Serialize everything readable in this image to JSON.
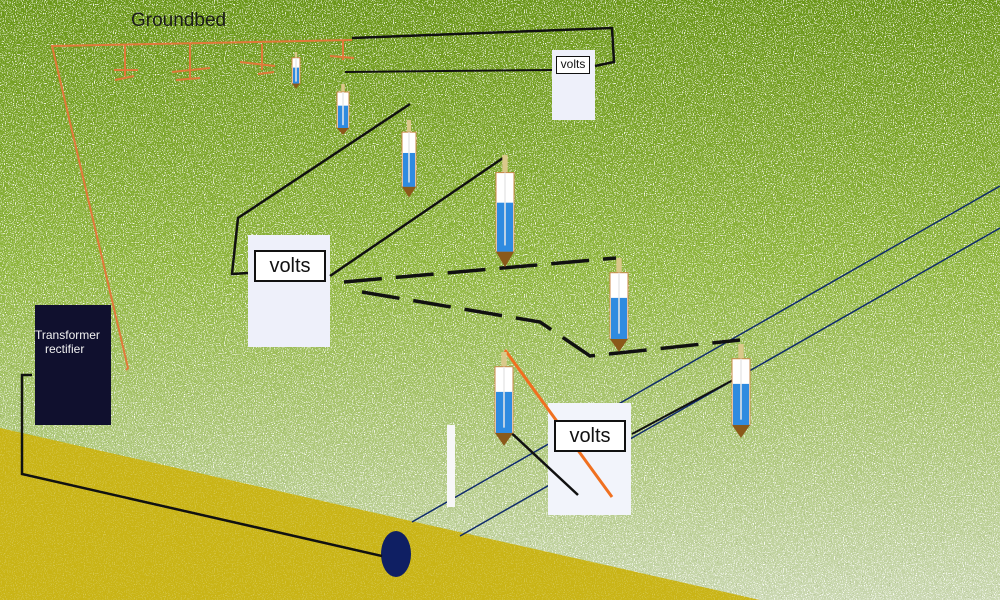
{
  "diagram": {
    "title": "Groundbed",
    "rectifier": {
      "label_line1": "Transformer",
      "label_line2": "rectifier"
    },
    "voltmeters": {
      "small": "volts",
      "middle": "volts",
      "lower": "volts"
    },
    "colors": {
      "grass_top": "#6f9a1c",
      "grass_mid": "#8fb53a",
      "soil": "#c8b416",
      "rectifier_box": "#10102e",
      "anode_cable": "#e07a3a",
      "test_wire": "#111111",
      "pipeline_line": "#0f2a6b",
      "electrode_fill": "#2f8be0",
      "electrode_tip": "#8a5a1a",
      "orange_lead": "#f07020",
      "voltmeter_body": "#eef0fa"
    }
  }
}
